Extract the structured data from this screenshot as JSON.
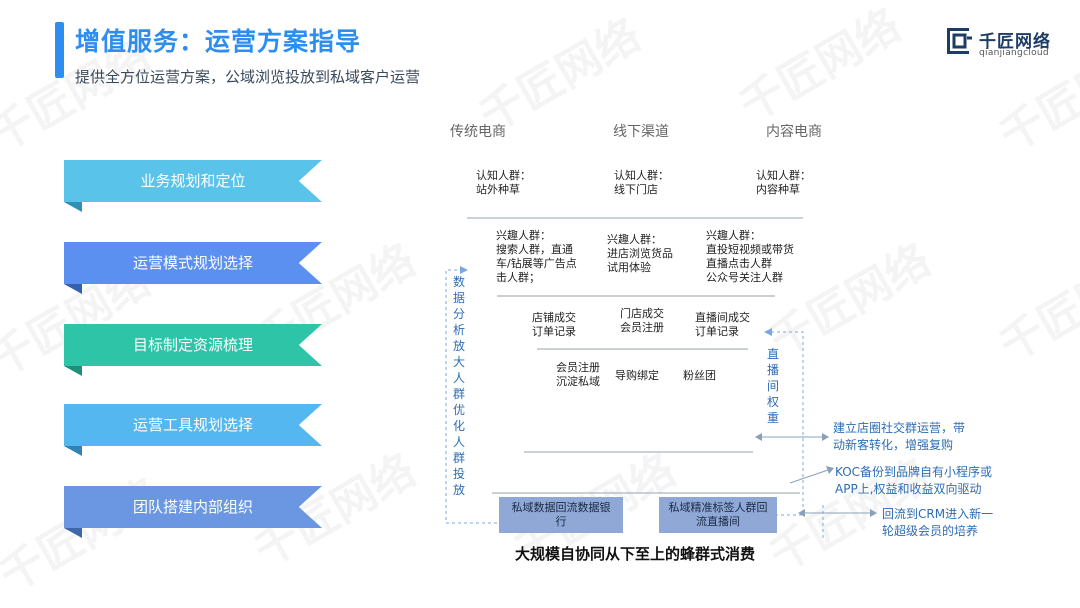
{
  "header": {
    "title": "增值服务：运营方案指导",
    "subtitle": "提供全方位运营方案，公域浏览投放到私域客户运营"
  },
  "logo": {
    "name": "千匠网络",
    "sub": "qianjiangcloud"
  },
  "watermark_text": "千匠网络",
  "menu": [
    {
      "label": "业务规划和定位",
      "color": "#5ac3ea",
      "fold": "#2f8fb5"
    },
    {
      "label": "运营模式规划选择",
      "color": "#5b8ff0",
      "fold": "#3560b0"
    },
    {
      "label": "目标制定资源梳理",
      "color": "#2ec4a8",
      "fold": "#1f8f79"
    },
    {
      "label": "运营工具规划选择",
      "color": "#55b7ef",
      "fold": "#2f84b5"
    },
    {
      "label": "团队搭建内部组织",
      "color": "#6a96e2",
      "fold": "#3f66aa"
    }
  ],
  "columns": [
    "传统电商",
    "线下渠道",
    "内容电商"
  ],
  "cells": {
    "aware_1": "认知人群：\n站外种草",
    "aware_2": "认知人群：\n线下门店",
    "aware_3": "认知人群：\n内容种草",
    "interest_1": "兴趣人群：\n搜索人群，直通\n车/钻展等广告点\n击人群；",
    "interest_2": "兴趣人群：\n进店浏览货品\n试用体验",
    "interest_3": "兴趣人群：\n直投短视频或带货\n直播点击人群\n公众号关注人群",
    "deal_1": "店铺成交\n订单记录",
    "deal_2": "门店成交\n会员注册",
    "deal_3": "直播间成交\n订单记录",
    "member_1": "会员注册\n沉淀私域",
    "member_2": "导购绑定",
    "member_3": "粉丝团"
  },
  "left_vertical": "数据分析放大人群优化人群投放",
  "right_vertical": "直播间权重",
  "notes": {
    "n1": "建立店圈社交群运营，带\n动新客转化，增强复购",
    "n2": "KOC备份到品牌自有小程序或\nAPP上,权益和收益双向驱动",
    "n3": "回流到CRM进入新一\n轮超级会员的培养"
  },
  "boxes": {
    "b1": "私域数据回流数据银\n行",
    "b2": "私域精准标签人群回\n流直播间"
  },
  "bottom_title": "大规模自协同从下至上的蜂群式消费",
  "colors": {
    "accent": "#2d8ef0",
    "box": "#8fa8d6",
    "note": "#2d6db5"
  }
}
